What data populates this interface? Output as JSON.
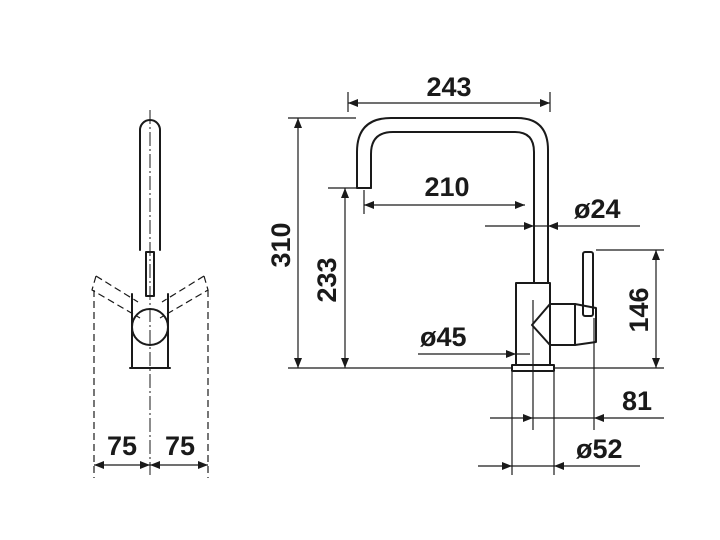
{
  "dimensions": {
    "left_width_a": "75",
    "left_width_b": "75",
    "spout_reach": "243",
    "spout_inner_reach": "210",
    "spout_diameter": "ø24",
    "total_height": "310",
    "spout_height": "233",
    "handle_height": "146",
    "body_diameter": "ø45",
    "handle_offset": "81",
    "base_diameter": "ø52"
  }
}
